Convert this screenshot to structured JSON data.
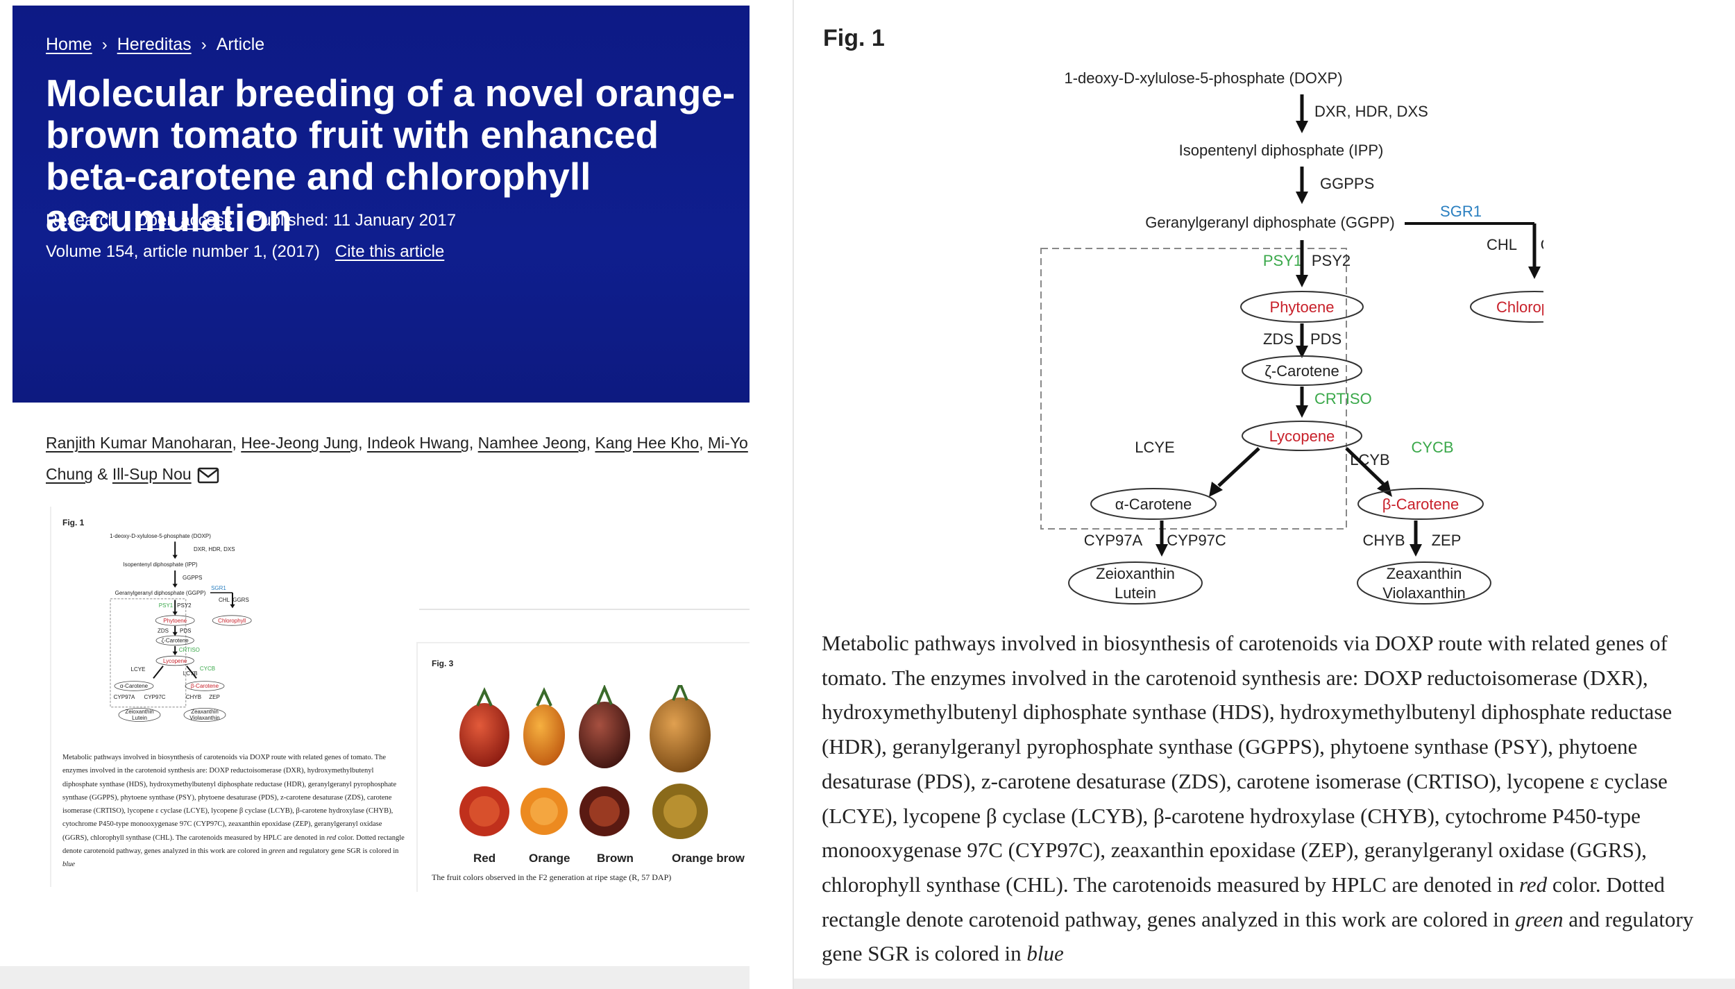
{
  "breadcrumb": {
    "home": "Home",
    "separator": "›",
    "journal": "Hereditas",
    "current": "Article"
  },
  "article": {
    "title": "Molecular breeding of a novel orange-brown tomato fruit with enhanced beta-carotene and chlorophyll accumulation",
    "type": "Research",
    "access": "Open access",
    "published": "Published: 11 January 2017",
    "volume": "Volume 154, article number 1, (2017)",
    "cite": "Cite this article",
    "pipe": "|"
  },
  "authors": {
    "names": [
      "Ranjith Kumar Manoharan",
      "Hee-Jeong Jung",
      "Indeok Hwang",
      "Namhee Jeong",
      "Kang Hee Kho",
      "Mi-Young Chung",
      "Ill-Sup Nou"
    ],
    "line1_tail": "Mi-Yo",
    "line2_head": "Chung",
    "amp": "&",
    "comma": ","
  },
  "figure1": {
    "label": "Fig. 1",
    "nodes": {
      "doxp": "1-deoxy-D-xylulose-5-phosphate (DOXP)",
      "ipp": "Isopentenyl diphosphate (IPP)",
      "ggpp": "Geranylgeranyl diphosphate (GGPP)",
      "phytoene": "Phytoene",
      "zcarotene": "ζ-Carotene",
      "lycopene": "Lycopene",
      "acarotene": "α-Carotene",
      "bcarotene": "β-Carotene",
      "chlorophyll": "Chlorophyll",
      "zeio_1": "Zeioxanthin",
      "zeio_2": "Lutein",
      "zeax_1": "Zeaxanthin",
      "zeax_2": "Violaxanthin"
    },
    "enzymes": {
      "dxr": "DXR, HDR, DXS",
      "ggpps": "GGPPS",
      "sgr1": "SGR1",
      "chl": "CHL",
      "ggrs": "GGRS",
      "psy1": "PSY1",
      "psy2": "PSY2",
      "zds": "ZDS",
      "pds": "PDS",
      "crtiso": "CRTISO",
      "lcye": "LCYE",
      "lcyb": "LCYB",
      "cycb": "CYCB",
      "cyp97a": "CYP97A",
      "cyp97c": "CYP97C",
      "chyb": "CHYB",
      "zep": "ZEP"
    },
    "caption_parts": {
      "main": "Metabolic pathways involved in biosynthesis of carotenoids via DOXP route with related genes of tomato. The enzymes involved in the carotenoid synthesis are: DOXP reductoisomerase (DXR), hydroxymethylbutenyl diphosphate synthase (HDS), hydroxymethylbutenyl diphosphate reductase (HDR), geranylgeranyl pyrophosphate synthase (GGPPS), phytoene synthase (PSY), phytoene desaturase (PDS), z-carotene desaturase (ZDS), carotene isomerase (CRTISO), lycopene ε cyclase (LCYE), lycopene β cyclase (LCYB), β-carotene hydroxylase (CHYB), cytochrome P450-type monooxygenase 97C (CYP97C), zeaxanthin epoxidase (ZEP), geranylgeranyl oxidase (GGRS), chlorophyll synthase (CHL). The carotenoids measured by HPLC are denoted in ",
      "red": "red",
      "mid": " color. Dotted rectangle denote carotenoid pathway, genes analyzed in this work are colored in ",
      "green": "green",
      "mid2": " and regulatory gene SGR is colored in ",
      "blue": "blue"
    },
    "colors": {
      "red": "#c8202a",
      "green": "#3aa84a",
      "blue": "#2a7fc0"
    }
  },
  "figure3": {
    "label": "Fig. 3",
    "fruit_labels": [
      "Red",
      "Orange",
      "Brown",
      "Orange brow"
    ],
    "caption": "The fruit colors observed in the F2 generation at ripe stage (R, 57 DAP)",
    "colors": {
      "red": "#b8291e",
      "orange": "#e27a1e",
      "brown": "#6e2a20",
      "orange_brown": "#a8641e"
    }
  },
  "theme": {
    "hero_bg": "#0f1c8a",
    "hero_text": "#ffffff"
  }
}
